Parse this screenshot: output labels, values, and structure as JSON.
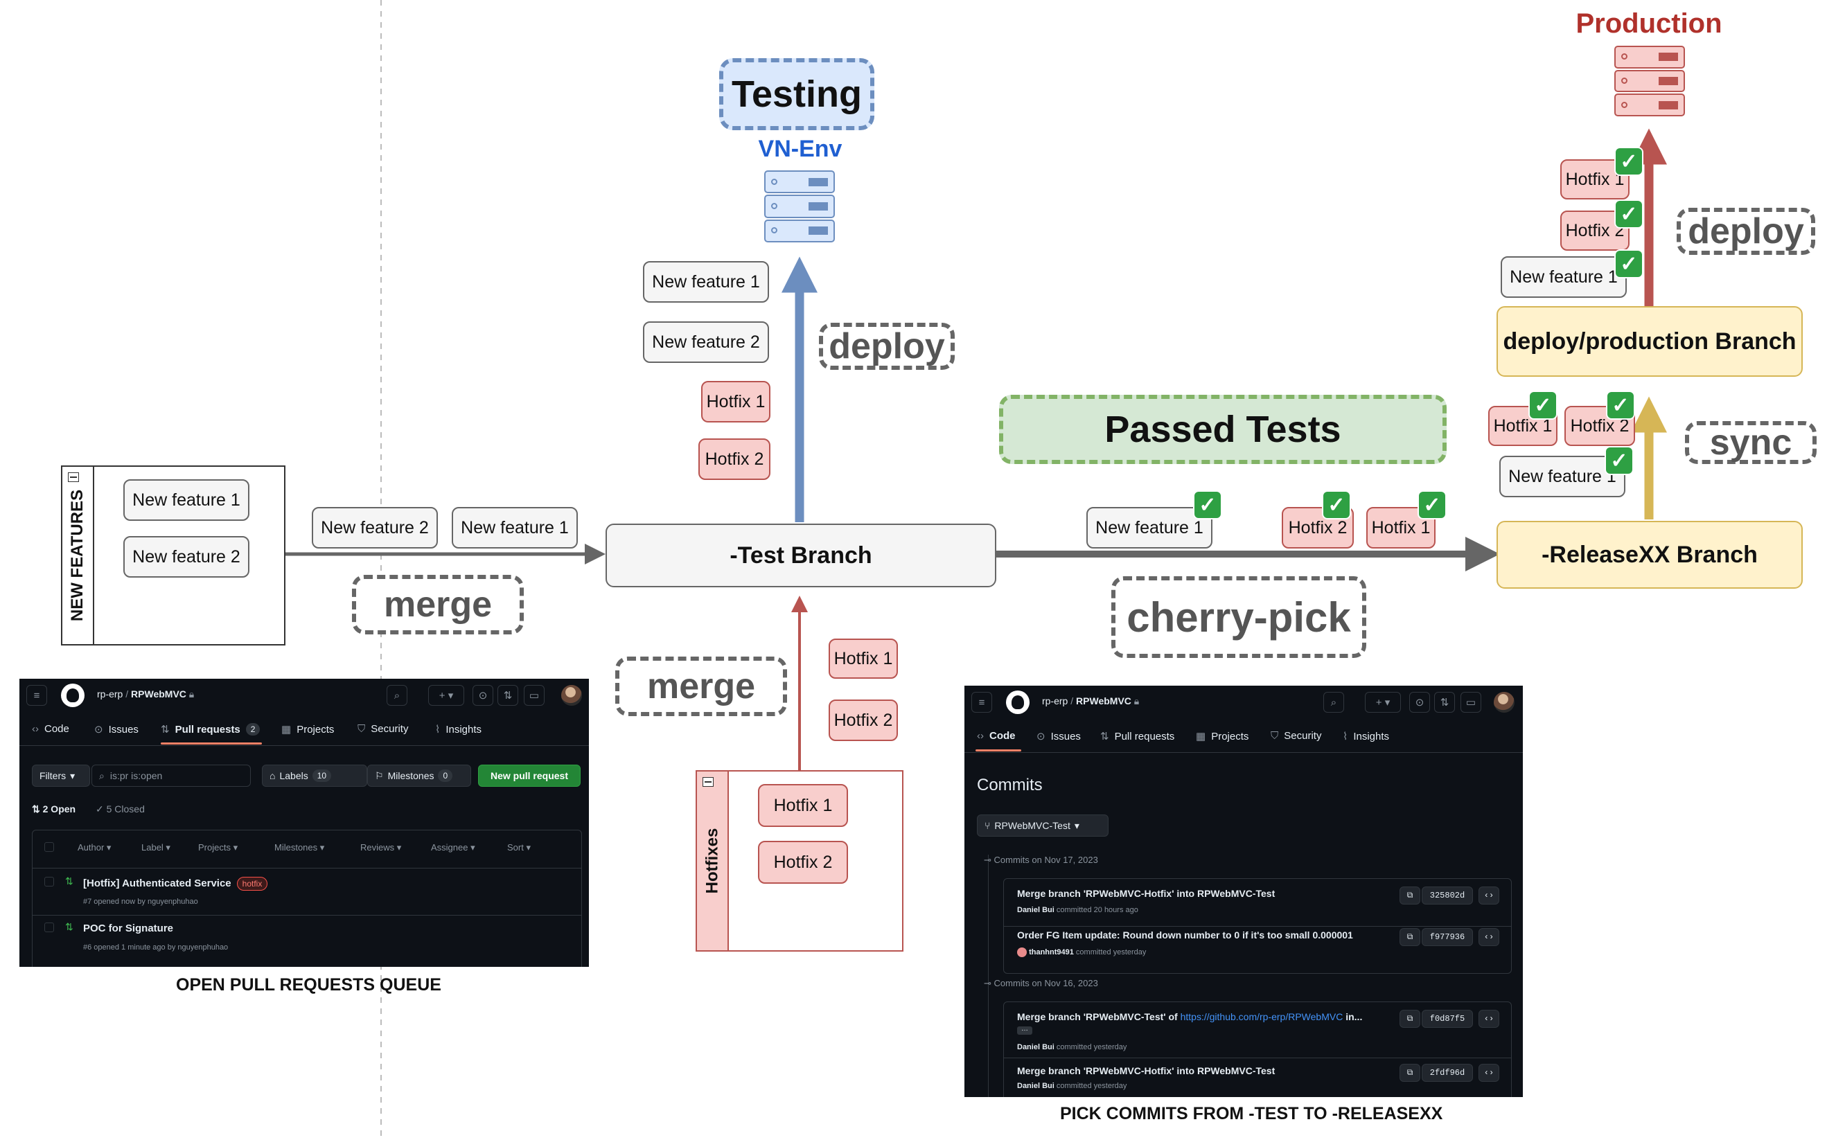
{
  "production": {
    "title": "Production"
  },
  "testing": {
    "title": "Testing",
    "env": "VN-Env"
  },
  "labels": {
    "deploy_testing": "deploy",
    "deploy_production": "deploy",
    "sync": "sync",
    "merge_features": "merge",
    "merge_hotfixes": "merge",
    "cherry_pick": "cherry-pick",
    "passed_tests": "Passed Tests"
  },
  "branches": {
    "test": "-Test Branch",
    "release": "-ReleaseXX Branch",
    "production": "deploy/production Branch"
  },
  "new_features_pool": {
    "title": "NEW FEATURES",
    "items": [
      "New feature 1",
      "New feature 2"
    ]
  },
  "hotfixes_pool": {
    "title": "Hotfixes",
    "items": [
      "Hotfix 1",
      "Hotfix 2"
    ]
  },
  "merge_features_chips": [
    "New feature 2",
    "New feature 1"
  ],
  "hotfix_merge_chips": [
    "Hotfix 1",
    "Hotfix 2"
  ],
  "testing_deploy_chips": [
    "New feature 1",
    "New feature 2",
    "Hotfix 1",
    "Hotfix 2"
  ],
  "cherry_pick_chips": [
    "New feature 1",
    "Hotfix 2",
    "Hotfix 1"
  ],
  "sync_chips": [
    "Hotfix 1",
    "Hotfix 2",
    "New feature 1"
  ],
  "production_deploy_chips": [
    "Hotfix 1",
    "Hotfix 2",
    "New feature 1"
  ],
  "check_mark": "✓",
  "captions": {
    "pr_queue": "OPEN PULL REQUESTS QUEUE",
    "pick_commits": "PICK COMMITS FROM -TEST TO -RELEASEXX"
  },
  "colors": {
    "deploy_arrow": "#6c8ebf",
    "merge_hotfix_arrow": "#b85450",
    "production_arrow": "#b85450",
    "sync_arrow": "#d6b656",
    "main_arrow": "#666666",
    "passed_tests_fill": "#d5e8d4",
    "passed_tests_border": "#82b366",
    "production_title": "#b0312b",
    "env_label": "#1f5fd1"
  },
  "pr_screen": {
    "org": "rp-erp",
    "repo": "RPWebMVC",
    "tabs": [
      {
        "label": "Code",
        "icon": "code-icon"
      },
      {
        "label": "Issues",
        "icon": "issue-icon"
      },
      {
        "label": "Pull requests",
        "icon": "pr-icon",
        "count": "2"
      },
      {
        "label": "Projects",
        "icon": "table-icon"
      },
      {
        "label": "Security",
        "icon": "shield-icon"
      },
      {
        "label": "Insights",
        "icon": "graph-icon"
      }
    ],
    "filters_label": "Filters",
    "search_value": "is:pr is:open",
    "labels_btn": "Labels",
    "labels_count": "10",
    "milestones_btn": "Milestones",
    "milestones_count": "0",
    "new_pr_btn": "New pull request",
    "open_count": "2 Open",
    "closed_count": "5 Closed",
    "columns": [
      "Author",
      "Label",
      "Projects",
      "Milestones",
      "Reviews",
      "Assignee",
      "Sort"
    ],
    "prs": [
      {
        "title": "[Hotfix] Authenticated Service",
        "label": "hotfix",
        "meta": "#7 opened now by nguyenphuhao"
      },
      {
        "title": "POC for Signature",
        "label": "",
        "meta": "#6 opened 1 minute ago by nguyenphuhao"
      }
    ]
  },
  "commits_screen": {
    "org": "rp-erp",
    "repo": "RPWebMVC",
    "tabs": [
      {
        "label": "Code",
        "icon": "code-icon"
      },
      {
        "label": "Issues",
        "icon": "issue-icon"
      },
      {
        "label": "Pull requests",
        "icon": "pr-icon"
      },
      {
        "label": "Projects",
        "icon": "table-icon"
      },
      {
        "label": "Security",
        "icon": "shield-icon"
      },
      {
        "label": "Insights",
        "icon": "graph-icon"
      }
    ],
    "heading": "Commits",
    "branch": "RPWebMVC-Test",
    "groups": [
      {
        "date": "Commits on Nov 17, 2023",
        "commits": [
          {
            "message": "Merge branch 'RPWebMVC-Hotfix' into RPWebMVC-Test",
            "author": "Daniel Bui",
            "when": "committed 20 hours ago",
            "hash": "325802d"
          },
          {
            "message": "Order FG Item update: Round down number to 0 if it's too small 0.000001",
            "author": "thanhnt9491",
            "when": "committed yesterday",
            "hash": "f977936"
          }
        ]
      },
      {
        "date": "Commits on Nov 16, 2023",
        "commits": [
          {
            "message": "Merge branch 'RPWebMVC-Test' of ",
            "link": "https://github.com/rp-erp/RPWebMVC",
            "suffix": " in...",
            "author": "Daniel Bui",
            "when": "committed yesterday",
            "hash": "f0d87f5"
          },
          {
            "message": "Merge branch 'RPWebMVC-Hotfix' into RPWebMVC-Test",
            "author": "Daniel Bui",
            "when": "committed yesterday",
            "hash": "2fdf96d"
          }
        ]
      }
    ]
  }
}
